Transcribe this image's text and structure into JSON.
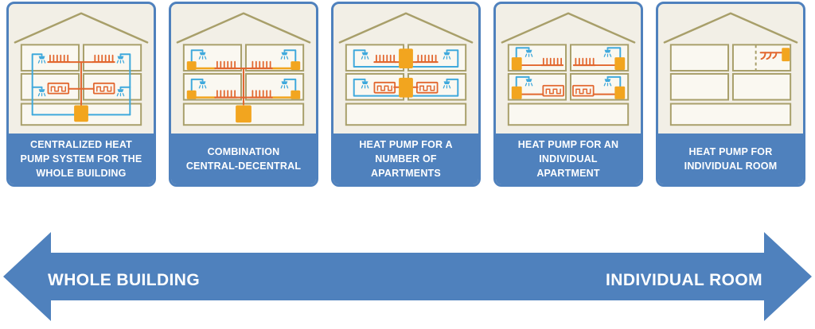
{
  "cards": [
    {
      "id": "centralized",
      "label": "CENTRALIZED HEAT\nPUMP SYSTEM FOR THE\nWHOLE BUILDING"
    },
    {
      "id": "combination",
      "label": "COMBINATION\nCENTRAL-DECENTRAL"
    },
    {
      "id": "per-floor",
      "label": "HEAT PUMP FOR A\nNUMBER OF\nAPARTMENTS"
    },
    {
      "id": "per-apartment",
      "label": "HEAT PUMP FOR AN\nINDIVIDUAL\nAPARTMENT"
    },
    {
      "id": "per-room",
      "label": "HEAT PUMP FOR\nINDIVIDUAL ROOM"
    }
  ],
  "spectrum_arrow": {
    "left_label": "WHOLE BUILDING",
    "right_label": "INDIVIDUAL ROOM"
  },
  "icons": {
    "shower": "shower-icon",
    "radiator": "radiator-icon",
    "floor_heating": "floor-heating-icon",
    "heat_pump": "heat-pump-icon",
    "air_outlet": "air-flow-icon"
  },
  "colors": {
    "accent_blue": "#4f81bd",
    "card_background": "#f2efe6",
    "room_fill": "#faf8f1",
    "wall_tan": "#a89f6a",
    "pipe_orange": "#e2672f",
    "pump_amber": "#f2a51f",
    "water_blue": "#3fa9dc",
    "label_text": "#ffffff"
  }
}
